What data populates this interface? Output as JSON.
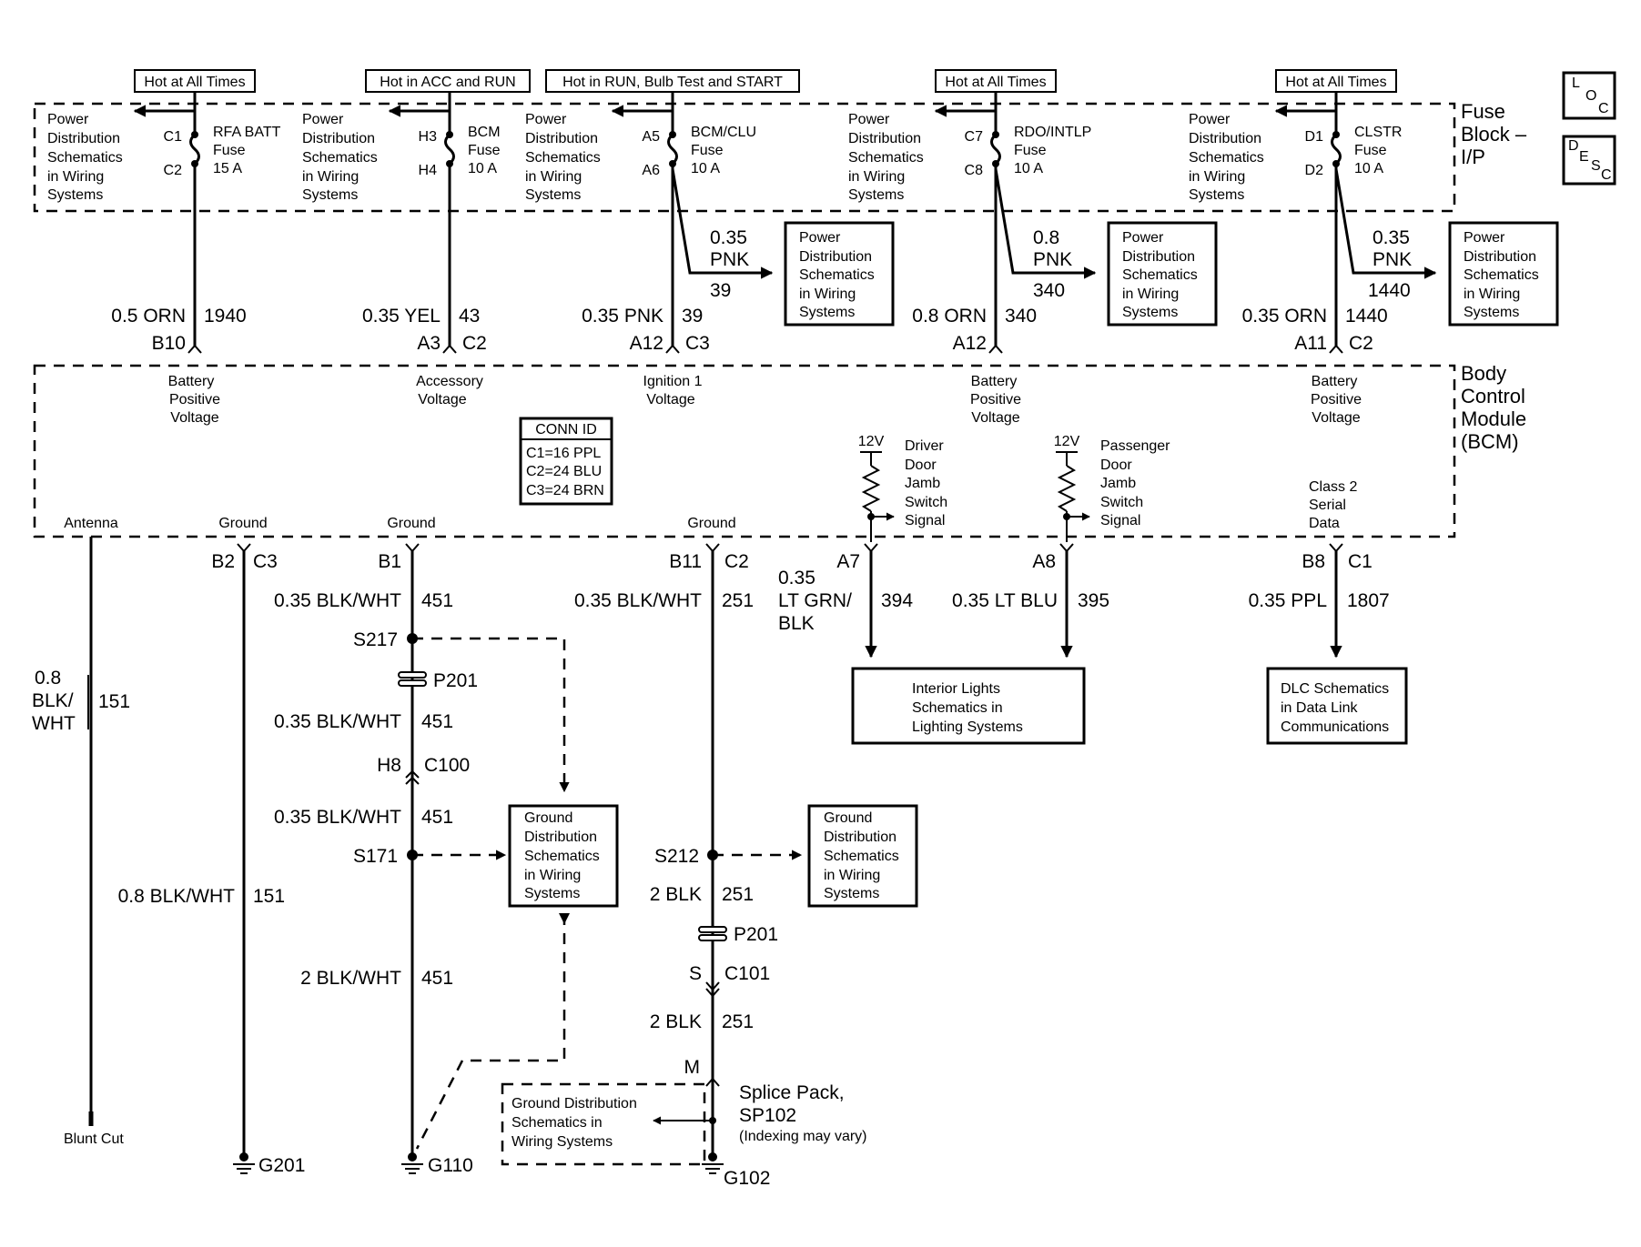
{
  "fuse_block": {
    "title": [
      "Fuse",
      "Block –",
      "I/P"
    ],
    "hot_labels": [
      "Hot at All Times",
      "Hot in ACC and RUN",
      "Hot in RUN, Bulb Test and START",
      "Hot at All Times",
      "Hot at All Times"
    ],
    "pd_label": [
      "Power",
      "Distribution",
      "Schematics",
      "in Wiring",
      "Systems"
    ],
    "fuses": [
      {
        "top_pin": "C1",
        "bottom_pin": "C2",
        "name": "RFA BATT",
        "type": "Fuse",
        "rating": "15 A"
      },
      {
        "top_pin": "H3",
        "bottom_pin": "H4",
        "name": "BCM",
        "type": "Fuse",
        "rating": "10 A"
      },
      {
        "top_pin": "A5",
        "bottom_pin": "A6",
        "name": "BCM/CLU",
        "type": "Fuse",
        "rating": "10 A"
      },
      {
        "top_pin": "C7",
        "bottom_pin": "C8",
        "name": "RDO/INTLP",
        "type": "Fuse",
        "rating": "10 A"
      },
      {
        "top_pin": "D1",
        "bottom_pin": "D2",
        "name": "CLSTR",
        "type": "Fuse",
        "rating": "10 A"
      }
    ]
  },
  "badges": {
    "loc": [
      "L",
      "O",
      "C"
    ],
    "desc": [
      "D",
      "E",
      "S",
      "C"
    ]
  },
  "branches": [
    {
      "size": "0.35",
      "color": "PNK",
      "circuit": "39"
    },
    {
      "size": "0.8",
      "color": "PNK",
      "circuit": "340"
    },
    {
      "size": "0.35",
      "color": "PNK",
      "circuit": "1440"
    }
  ],
  "bcm_input_wires": [
    {
      "wire": "0.5 ORN",
      "circuit": "1940",
      "pin": "B10",
      "connector": ""
    },
    {
      "wire": "0.35 YEL",
      "circuit": "43",
      "pin": "A3",
      "connector": "C2"
    },
    {
      "wire": "0.35 PNK",
      "circuit": "39",
      "pin": "A12",
      "connector": "C3"
    },
    {
      "wire": "0.8 ORN",
      "circuit": "340",
      "pin": "A12",
      "connector": ""
    },
    {
      "wire": "0.35 ORN",
      "circuit": "1440",
      "pin": "A11",
      "connector": "C2"
    }
  ],
  "bcm": {
    "title": [
      "Body",
      "Control",
      "Module",
      "(BCM)"
    ],
    "inputs": [
      [
        "Battery",
        "Positive",
        "Voltage"
      ],
      [
        "Accessory",
        "Voltage"
      ],
      [
        "Ignition 1",
        "Voltage"
      ],
      [
        "Battery",
        "Positive",
        "Voltage"
      ],
      [
        "Battery",
        "Positive",
        "Voltage"
      ]
    ],
    "conn_id": {
      "title": "CONN ID",
      "lines": [
        "C1=16 PPL",
        "C2=24 BLU",
        "C3=24 BRN"
      ]
    },
    "voltage_ref": "12V",
    "driver_switch": [
      "Driver",
      "Door",
      "Jamb",
      "Switch",
      "Signal"
    ],
    "passenger_switch": [
      "Passenger",
      "Door",
      "Jamb",
      "Switch",
      "Signal"
    ],
    "serial": [
      "Class 2",
      "Serial",
      "Data"
    ],
    "bottom_labels": {
      "antenna": "Antenna",
      "ground": "Ground"
    }
  },
  "bottom": {
    "antenna": {
      "size": "0.8",
      "color": [
        "BLK/",
        "WHT"
      ],
      "circuit": "151",
      "end": "Blunt Cut"
    },
    "g201": {
      "pin": "B2",
      "connector": "C3",
      "wire": "0.8 BLK/WHT",
      "circuit": "151",
      "ground": "G201"
    },
    "g110": {
      "pin": "B1",
      "wire1": "0.35 BLK/WHT",
      "circuit": "451",
      "splice1": "S217",
      "inline": "P201",
      "wire2": "0.35 BLK/WHT",
      "conn_pin": "H8",
      "conn": "C100",
      "wire3": "0.35 BLK/WHT",
      "splice2": "S171",
      "wire4": "2 BLK/WHT",
      "ground": "G110"
    },
    "g102": {
      "pin": "B11",
      "connector": "C2",
      "wire1": "0.35 BLK/WHT",
      "circuit": "251",
      "splice": "S212",
      "wire2": "2 BLK",
      "inline": "P201",
      "conn_pin": "S",
      "conn": "C101",
      "wire3": "2 BLK",
      "pack_pin": "M",
      "pack": [
        "Splice Pack,",
        "SP102"
      ],
      "pack_note": "(Indexing may vary)",
      "ground": "G102"
    },
    "driver": {
      "pin": "A7",
      "size": "0.35",
      "color": [
        "LT GRN/",
        "BLK"
      ],
      "circuit": "394"
    },
    "passenger": {
      "pin": "A8",
      "wire": "0.35 LT BLU",
      "circuit": "395"
    },
    "serial": {
      "pin": "B8",
      "connector": "C1",
      "wire": "0.35 PPL",
      "circuit": "1807"
    }
  },
  "ref_boxes": {
    "ground_dist": [
      "Ground",
      "Distribution",
      "Schematics",
      "in Wiring",
      "Systems"
    ],
    "ground_dist_2": [
      "Ground Distribution",
      "Schematics in",
      "Wiring Systems"
    ],
    "interior": [
      "Interior Lights",
      "Schematics in",
      "Lighting Systems"
    ],
    "dlc": [
      "DLC Schematics",
      "in Data Link",
      "Communications"
    ]
  }
}
